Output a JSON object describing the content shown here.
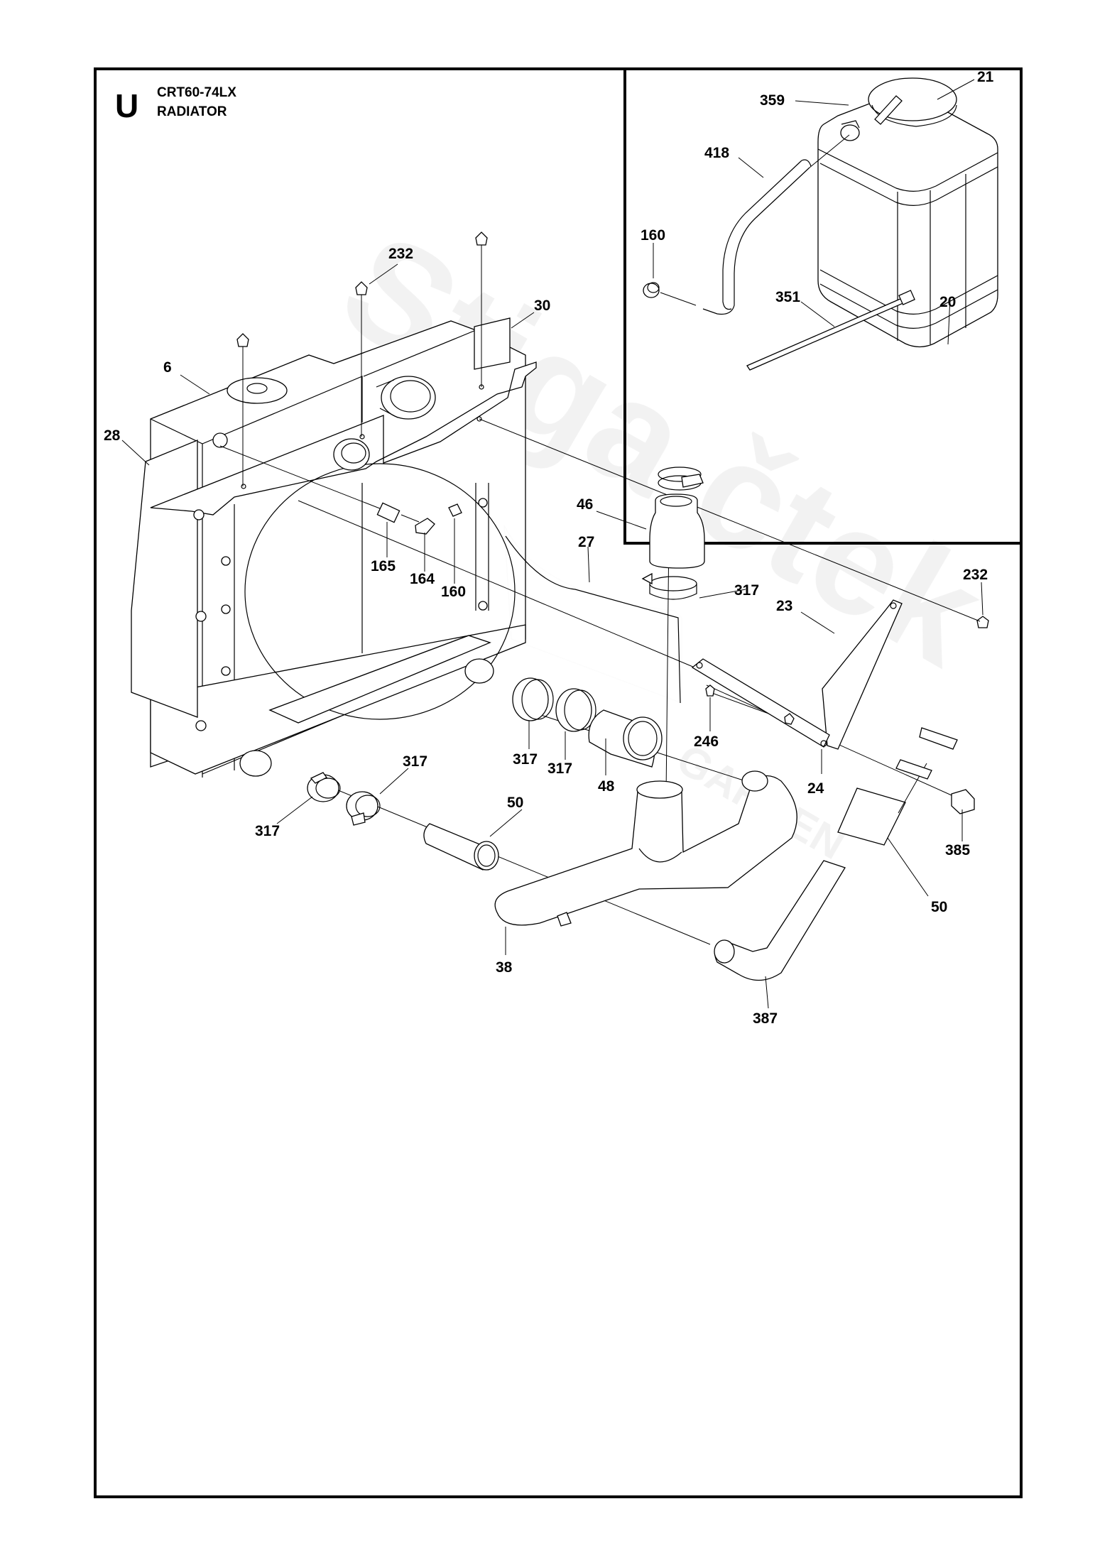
{
  "header": {
    "section_letter": "U",
    "model": "CRT60-74LX",
    "assembly": "RADIATOR"
  },
  "watermark": {
    "brand": "Stiga čtek",
    "sub": "GARDEN"
  },
  "callouts": [
    {
      "id": "c21",
      "label": "21",
      "part": "expansion-tank-cap"
    },
    {
      "id": "c359",
      "label": "359",
      "part": "hose-fitting"
    },
    {
      "id": "c418",
      "label": "418",
      "part": "overflow-hose"
    },
    {
      "id": "c160a",
      "label": "160",
      "part": "hose-clamp"
    },
    {
      "id": "c351",
      "label": "351",
      "part": "cable-tie"
    },
    {
      "id": "c20",
      "label": "20",
      "part": "expansion-tank"
    },
    {
      "id": "c232a",
      "label": "232",
      "part": "bolt"
    },
    {
      "id": "c30",
      "label": "30",
      "part": "shroud-top-plate"
    },
    {
      "id": "c6",
      "label": "6",
      "part": "radiator-cap"
    },
    {
      "id": "c28",
      "label": "28",
      "part": "side-shroud"
    },
    {
      "id": "c46",
      "label": "46",
      "part": "reducer-hose"
    },
    {
      "id": "c27",
      "label": "27",
      "part": "fan-shroud"
    },
    {
      "id": "c317a",
      "label": "317",
      "part": "hose-clamp"
    },
    {
      "id": "c232b",
      "label": "232",
      "part": "bolt"
    },
    {
      "id": "c23",
      "label": "23",
      "part": "support-bracket"
    },
    {
      "id": "c165",
      "label": "165",
      "part": "adapter"
    },
    {
      "id": "c164",
      "label": "164",
      "part": "elbow-fitting"
    },
    {
      "id": "c160b",
      "label": "160",
      "part": "hose-clamp"
    },
    {
      "id": "c246",
      "label": "246",
      "part": "nut"
    },
    {
      "id": "c24",
      "label": "24",
      "part": "stay-bracket"
    },
    {
      "id": "c317b",
      "label": "317",
      "part": "hose-clamp"
    },
    {
      "id": "c317c",
      "label": "317",
      "part": "hose-clamp"
    },
    {
      "id": "c48",
      "label": "48",
      "part": "hose"
    },
    {
      "id": "c317d",
      "label": "317",
      "part": "hose-clamp"
    },
    {
      "id": "c317e",
      "label": "317",
      "part": "hose-clamp"
    },
    {
      "id": "c50a",
      "label": "50",
      "part": "hose-sleeve"
    },
    {
      "id": "c385",
      "label": "385",
      "part": "rubber-mount"
    },
    {
      "id": "c50b",
      "label": "50",
      "part": "hose-sleeve"
    },
    {
      "id": "c38",
      "label": "38",
      "part": "lower-radiator-hose"
    },
    {
      "id": "c387",
      "label": "387",
      "part": "upper-radiator-hose"
    }
  ]
}
